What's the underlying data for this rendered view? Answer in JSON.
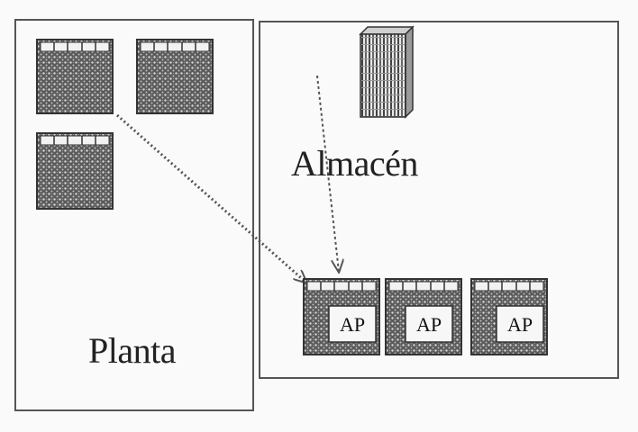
{
  "zones": {
    "planta": {
      "label": "Planta"
    },
    "almacen": {
      "label": "Almacén"
    }
  },
  "units": {
    "ap_label": "AP"
  },
  "colors": {
    "ink": "#222222",
    "paper": "#fafafa",
    "frame": "#555555"
  },
  "icons": {
    "rack": "server-rack-icon",
    "panel": "grid-panel-icon"
  }
}
